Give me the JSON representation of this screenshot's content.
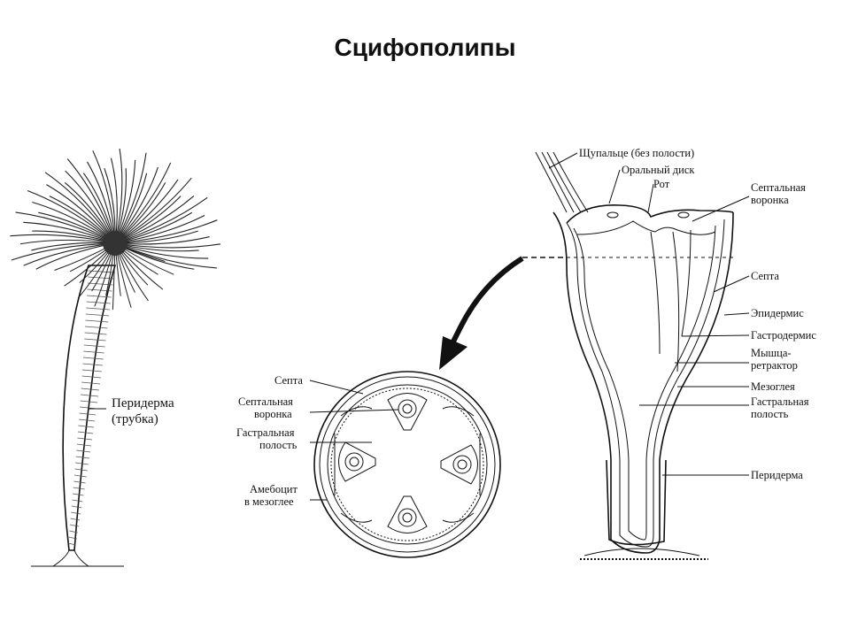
{
  "slide": {
    "title": "Сцифополипы"
  },
  "left_figure": {
    "label_line1": "Перидерма",
    "label_line2": "(трубка)"
  },
  "cross_section": {
    "labels": {
      "septa": "Септа",
      "septal_funnel_1": "Септальная",
      "septal_funnel_2": "воронка",
      "gastral_cavity_1": "Гастральная",
      "gastral_cavity_2": "полость",
      "amoebocyte_1": "Амебоцит",
      "amoebocyte_2": "в мезоглее"
    }
  },
  "longitudinal_section": {
    "labels": {
      "tentacle": "Щупальце (без полости)",
      "oral_disc": "Оральный диск",
      "mouth": "Рот",
      "septal_funnel_1": "Септальная",
      "septal_funnel_2": "воронка",
      "septa": "Септа",
      "epidermis": "Эпидермис",
      "gastrodermis": "Гастродермис",
      "retractor_1": "Мышца-",
      "retractor_2": "ретрактор",
      "mesoglea": "Мезоглея",
      "gastral_cavity_1": "Гастральная",
      "gastral_cavity_2": "полость",
      "periderm": "Перидерма"
    }
  }
}
